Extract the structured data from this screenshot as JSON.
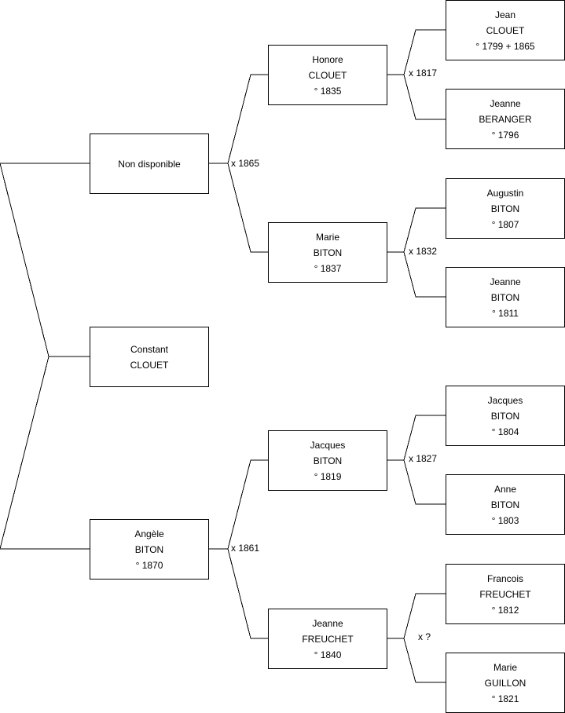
{
  "persons": {
    "constant": {
      "lines": [
        "Constant",
        "CLOUET",
        ""
      ]
    },
    "father": {
      "lines": [
        "Non disponible",
        "",
        ""
      ]
    },
    "mother": {
      "lines": [
        "Angèle",
        "BITON",
        "° 1870"
      ]
    },
    "p_honore": {
      "lines": [
        "Honore",
        "CLOUET",
        "° 1835"
      ]
    },
    "p_marie_b": {
      "lines": [
        "Marie",
        "BITON",
        "° 1837"
      ]
    },
    "p_jacques_b": {
      "lines": [
        "Jacques",
        "BITON",
        "° 1819"
      ]
    },
    "p_jeanne_f": {
      "lines": [
        "Jeanne",
        "FREUCHET",
        "° 1840"
      ]
    },
    "g_jean_c": {
      "lines": [
        "Jean",
        "CLOUET",
        "° 1799 + 1865"
      ]
    },
    "g_jeanne_be": {
      "lines": [
        "Jeanne",
        "BERANGER",
        "° 1796"
      ]
    },
    "g_augustin_b": {
      "lines": [
        "Augustin",
        "BITON",
        "° 1807"
      ]
    },
    "g_jeanne_b": {
      "lines": [
        "Jeanne",
        "BITON",
        "° 1811"
      ]
    },
    "g_jacques_b": {
      "lines": [
        "Jacques",
        "BITON",
        "° 1804"
      ]
    },
    "g_anne_b": {
      "lines": [
        "Anne",
        "BITON",
        "° 1803"
      ]
    },
    "g_francois_f": {
      "lines": [
        "Francois",
        "FREUCHET",
        "° 1812"
      ]
    },
    "g_marie_g": {
      "lines": [
        "Marie",
        "GUILLON",
        "° 1821"
      ]
    }
  },
  "marriages": {
    "parents": "",
    "father_parents": "x 1865",
    "mother_parents": "x 1861",
    "honore_parents": "x 1817",
    "marie_parents": "x 1832",
    "jacques_parents": "x 1827",
    "jeanne_parents": "x ?"
  }
}
